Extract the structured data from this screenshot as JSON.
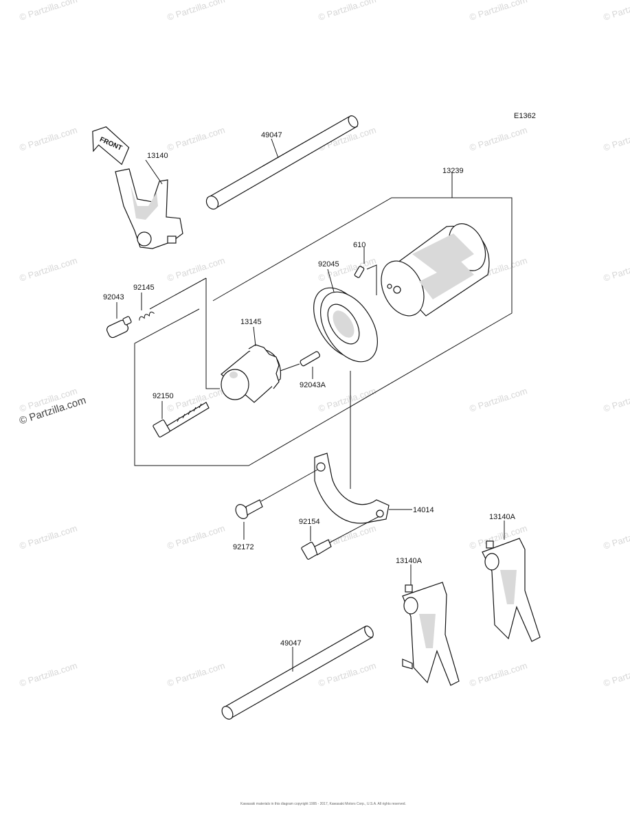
{
  "diagram_code": "E1362",
  "front_marker": "FRONT",
  "watermark_text": "© Partzilla.com",
  "footer_text": "Kawasaki materials in this diagram copyright 1995 - 2017, Kawasaki Motors Corp., U.S.A. All rights reserved.",
  "labels": {
    "p49047_top": "49047",
    "p13140": "13140",
    "p13239": "13239",
    "p610": "610",
    "p92045": "92045",
    "p92145": "92145",
    "p92043": "92043",
    "p13145": "13145",
    "p92043A": "92043A",
    "p92150": "92150",
    "p14014": "14014",
    "p92154": "92154",
    "p92172": "92172",
    "p13140A_right": "13140A",
    "p13140A_left": "13140A",
    "p49047_bottom": "49047"
  }
}
